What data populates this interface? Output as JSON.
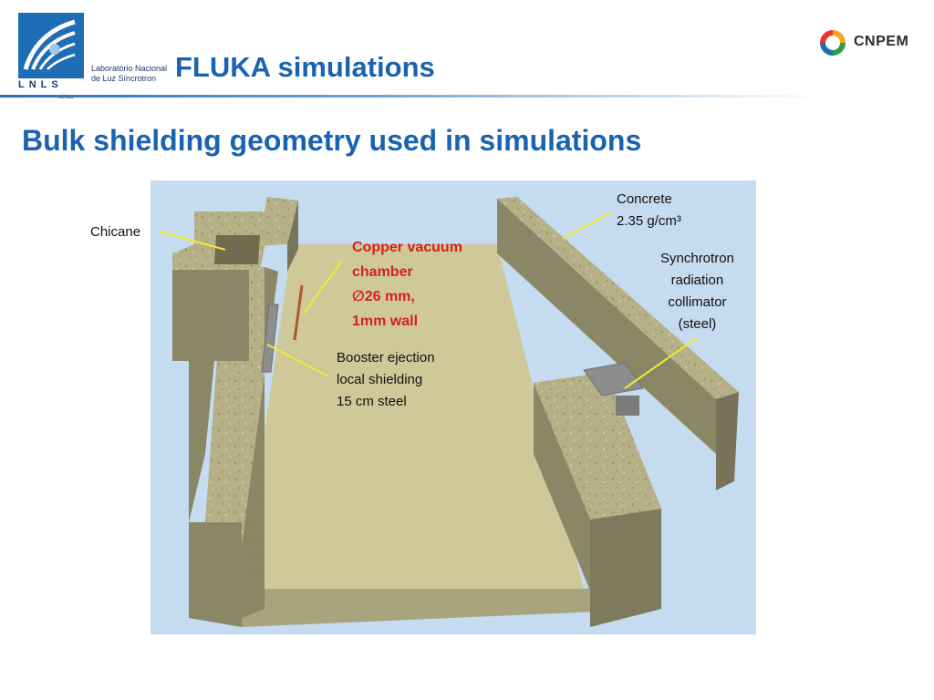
{
  "header": {
    "logo_text": "LNLS",
    "logo_line1": "Laboratório Nacional",
    "logo_line2": "de Luz Síncrotron",
    "logo_sirius": "sirius",
    "title": "FLUKA simulations",
    "partner_logo_text": "CNPEM"
  },
  "slide": {
    "subtitle": "Bulk shielding geometry used in simulations"
  },
  "figure": {
    "labels": {
      "chicane": "Chicane",
      "concrete": "Concrete\n2.35 g/cm³",
      "collimator": "Synchrotron\nradiation\ncollimator\n(steel)",
      "copper": "Copper vacuum\nchamber\n∅26 mm,\n1mm wall",
      "booster": "Booster ejection\nlocal shielding\n15 cm steel"
    },
    "colors": {
      "background": "#c5dbef",
      "floor": "#cfc99a",
      "concrete_top": "#b6b088",
      "concrete_side": "#8a8766",
      "leader_line": "#f2ea2e",
      "highlight_text": "#d42020"
    }
  }
}
